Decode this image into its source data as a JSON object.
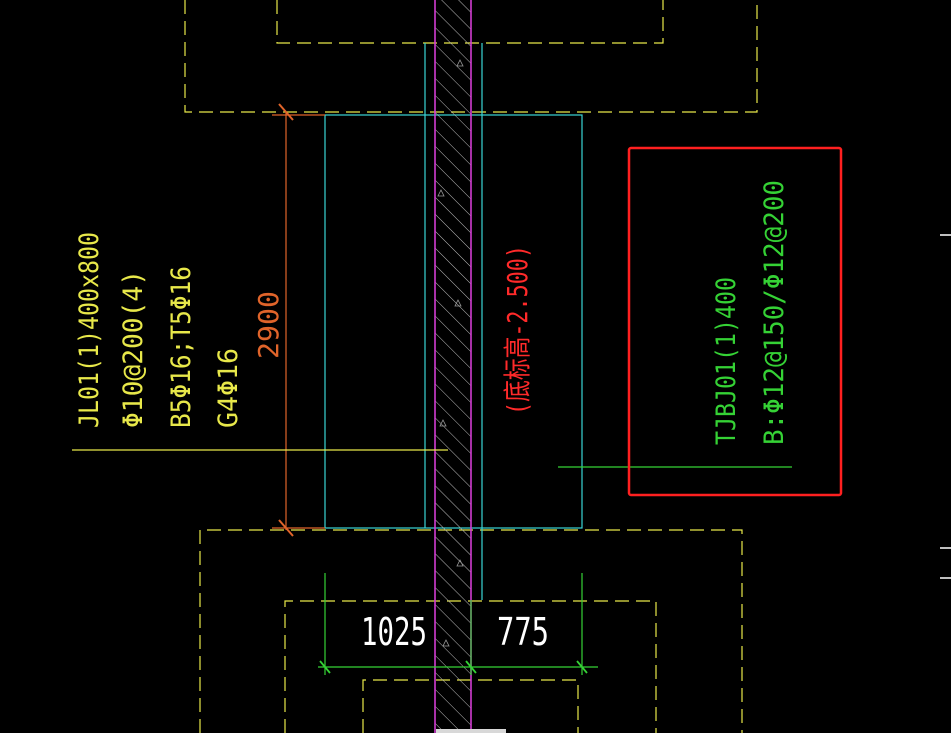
{
  "colors": {
    "background": "#000000",
    "yellow": "#e8e84a",
    "cyan": "#3ad6d6",
    "magenta": "#d23cd2",
    "red": "#ff2a2a",
    "orange": "#e0642a",
    "green": "#35d235",
    "white": "#ffffff",
    "highlight": "#ff2020"
  },
  "beam_label": {
    "line1": "JL01(1)400x800",
    "line2": "Φ10@200(4)",
    "line3": "B5Φ16;T5Φ16",
    "line4": "G4Φ16"
  },
  "length_dimension": "2900",
  "elevation_note": "(底标高-2.500)",
  "slab_label": {
    "line1": "TJBJ01(1)400",
    "line2": "B:Φ12@150/Φ12@200"
  },
  "bottom_dimensions": {
    "left": "1025",
    "right": "775"
  }
}
